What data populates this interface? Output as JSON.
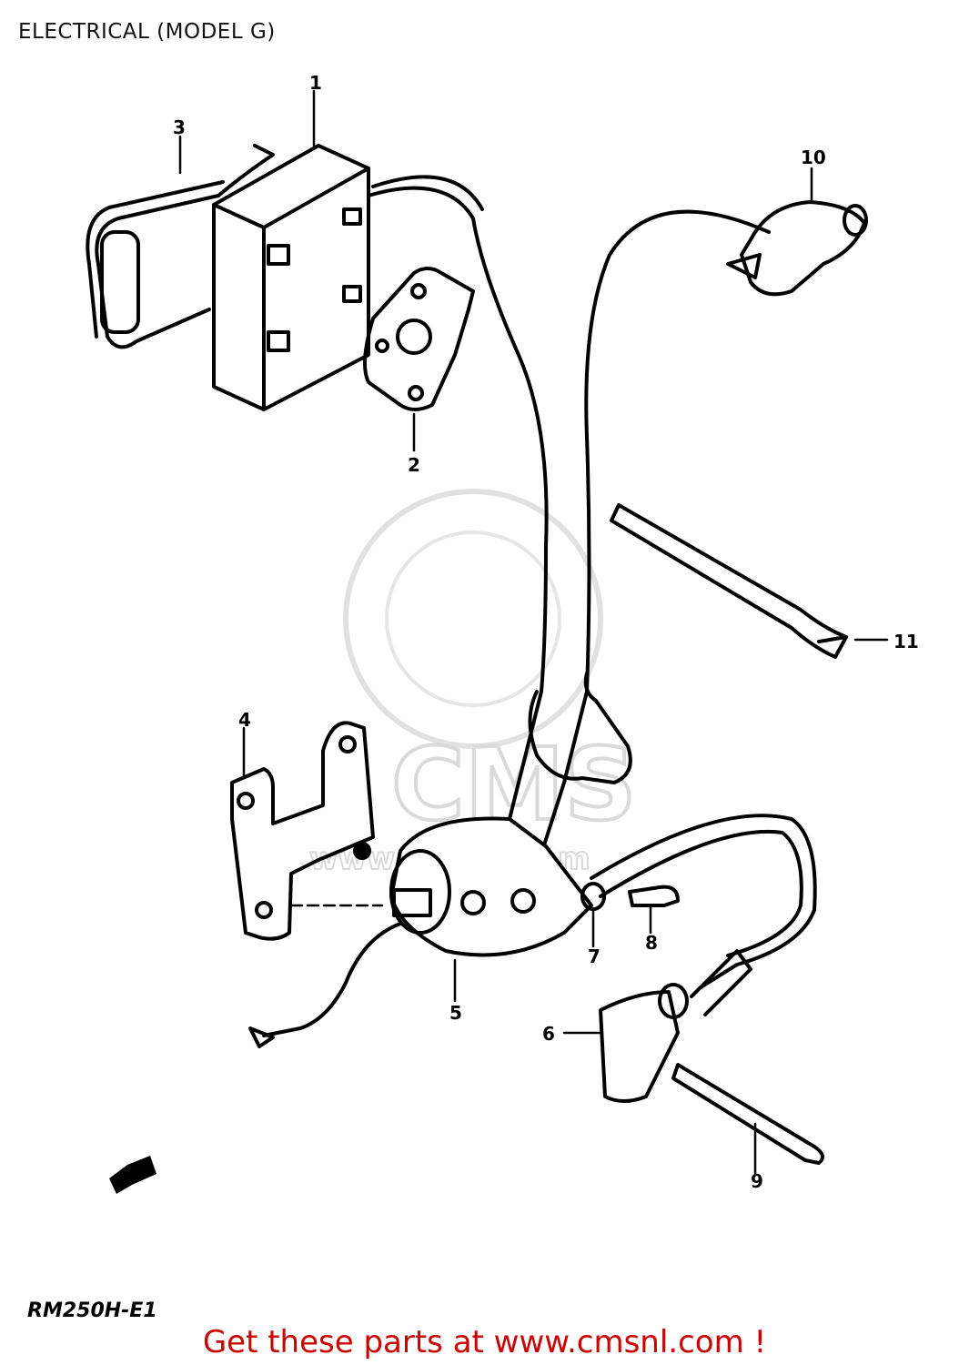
{
  "header": {
    "title": "ELECTRICAL (MODEL G)"
  },
  "diagram": {
    "callouts": [
      "1",
      "2",
      "3",
      "4",
      "5",
      "6",
      "7",
      "8",
      "9",
      "10",
      "11"
    ],
    "drawing_code": "RM250H-E1"
  },
  "watermark": {
    "text": "CMS",
    "url_text": "www.cmsnl.com"
  },
  "footer": {
    "cta_text": "Get these parts at www.cmsnl.com !"
  }
}
